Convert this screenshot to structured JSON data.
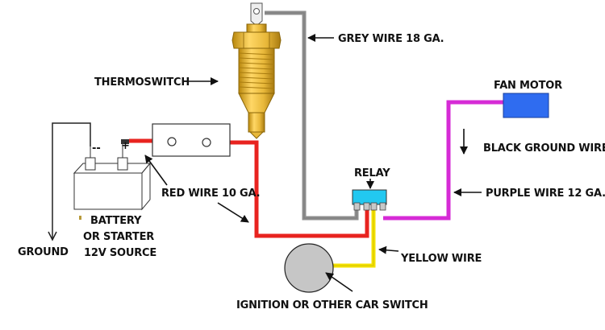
{
  "diagram": {
    "labels": {
      "thermoswitch": "THERMOSWITCH",
      "grey_wire": "GREY WIRE 18 GA.",
      "fan_motor": "FAN MOTOR",
      "black_ground_wire": "BLACK GROUND WIRE",
      "relay": "RELAY",
      "purple_wire": "PURPLE WIRE 12 GA.",
      "red_wire": "RED WIRE 10 GA.",
      "yellow_wire": "YELLOW WIRE",
      "battery_line1": "BATTERY",
      "battery_line2": "OR STARTER",
      "battery_line3": "12V SOURCE",
      "ground": "GROUND",
      "ignition_switch": "IGNITION OR OTHER CAR SWITCH",
      "negative_terminal": "--",
      "positive_terminal": "+"
    },
    "colors": {
      "red_wire": "#e8231f",
      "grey_wire": "#8f8f8f",
      "purple_wire": "#d62bd6",
      "yellow_wire": "#f5e200",
      "relay": "#22c8f0",
      "fan_motor": "#2f6cf0",
      "switch_disc": "#c6c6c6",
      "thermoswitch_body": "#e8b83a"
    }
  }
}
